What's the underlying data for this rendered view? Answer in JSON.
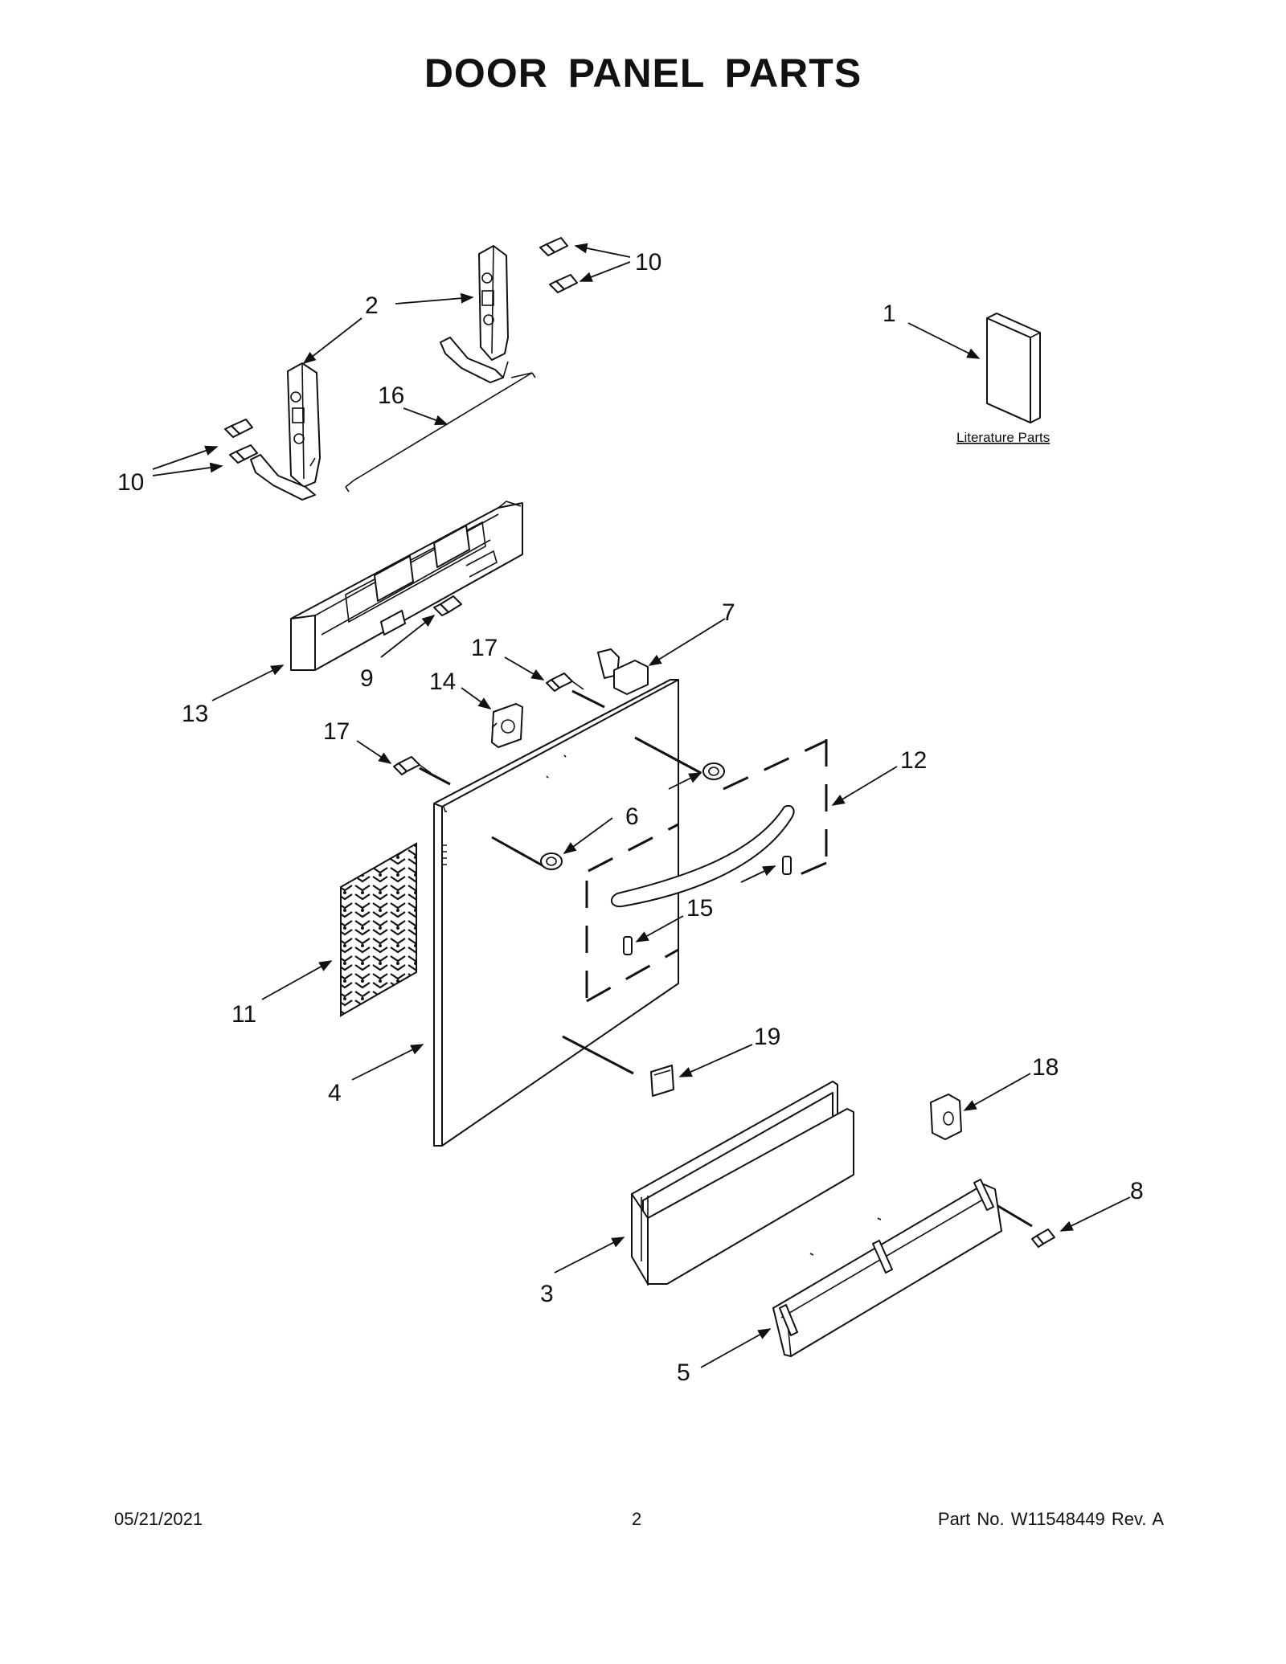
{
  "title": "DOOR PANEL PARTS",
  "footer": {
    "date": "05/21/2021",
    "page": "2",
    "part_number": "Part No.  W11548449  Rev.  A"
  },
  "literature_label": "Literature Parts",
  "callouts": {
    "c1": "1",
    "c2": "2",
    "c3": "3",
    "c4": "4",
    "c5": "5",
    "c6": "6",
    "c7": "7",
    "c8": "8",
    "c9": "9",
    "c10a": "10",
    "c10b": "10",
    "c11": "11",
    "c12": "12",
    "c13": "13",
    "c14": "14",
    "c15": "15",
    "c16": "16",
    "c17a": "17",
    "c17b": "17",
    "c18": "18",
    "c19": "19"
  }
}
